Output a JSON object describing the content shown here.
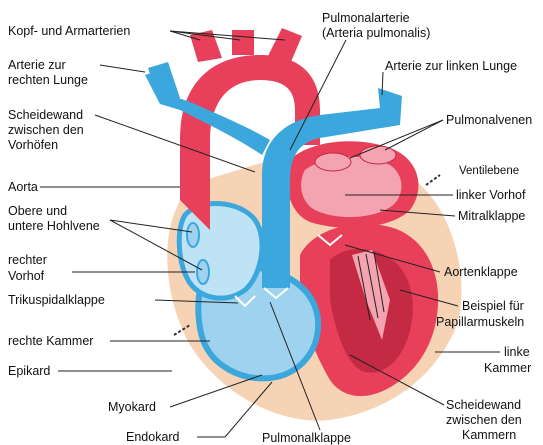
{
  "diagram": {
    "colors": {
      "artery": "#e8405a",
      "artery_dark": "#c42a43",
      "vein": "#3ba7dc",
      "vein_light": "#9fd2ee",
      "chamber_light": "#bde3f5",
      "pericardium": "#f6d3b5",
      "muscle": "#e8405a",
      "muscle_light": "#f4a3b0"
    },
    "labels": {
      "kopf_armarterien": "Kopf- und Armarterien",
      "pulmonalarterie_1": "Pulmonalarterie",
      "pulmonalarterie_2": "(Arteria pulmonalis)",
      "arterie_rechte_lunge_1": "Arterie zur",
      "arterie_rechte_lunge_2": "rechten Lunge",
      "arterie_linke_lunge": "Arterie zur linken Lunge",
      "scheidewand_vorhoefe_1": "Scheidewand",
      "scheidewand_vorhoefe_2": "zwischen den",
      "scheidewand_vorhoefe_3": "Vorhöfen",
      "pulmonalvenen": "Pulmonalvenen",
      "ventilebene": "Ventilebene",
      "aorta": "Aorta",
      "linker_vorhof": "linker Vorhof",
      "hohlvene_1": "Obere und",
      "hohlvene_2": "untere Hohlvene",
      "mitralklappe": "Mitralklappe",
      "rechter_vorhof_1": "rechter",
      "rechter_vorhof_2": "Vorhof",
      "aortenklappe": "Aortenklappe",
      "trikuspidalklappe": "Trikuspidalklappe",
      "papillarmuskeln_1": "Beispiel für",
      "papillarmuskeln_2": "Papillarmuskeln",
      "rechte_kammer": "rechte Kammer",
      "linke_kammer_1": "linke",
      "linke_kammer_2": "Kammer",
      "epikard": "Epikard",
      "myokard": "Myokard",
      "scheidewand_kammern_1": "Scheidewand",
      "scheidewand_kammern_2": "zwischen den",
      "scheidewand_kammern_3": "Kammern",
      "endokard": "Endokard",
      "pulmonalklappe": "Pulmonalklappe"
    }
  }
}
